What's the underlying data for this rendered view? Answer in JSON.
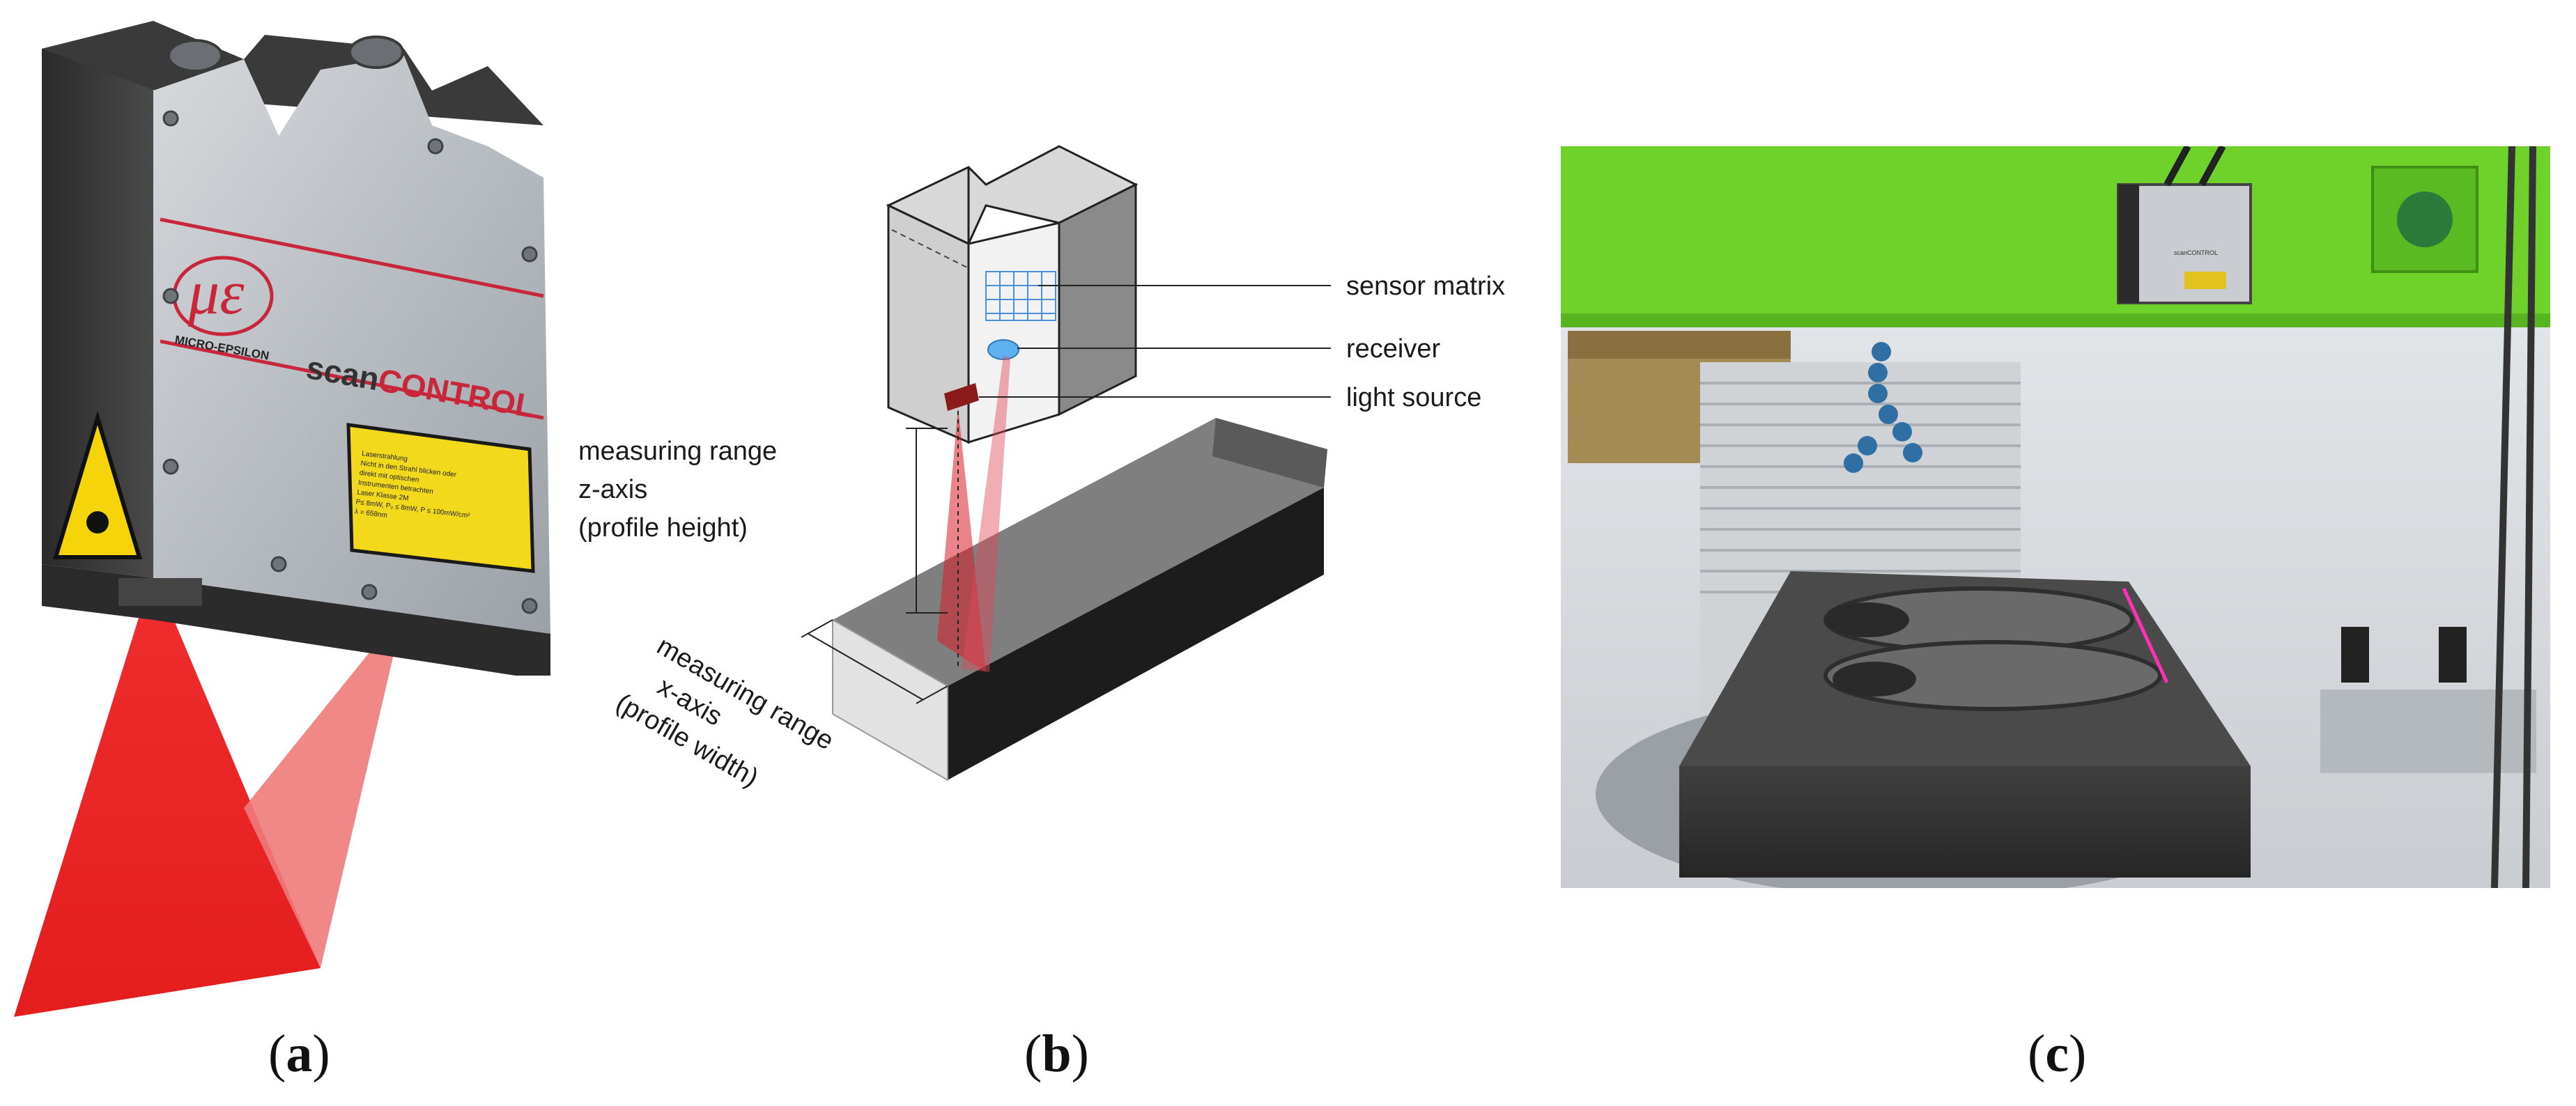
{
  "figure": {
    "panel_a": {
      "caption": {
        "open": "(",
        "letter": "a",
        "close": ")"
      },
      "logo_text": "MICRO-EPSILON",
      "product_name": {
        "part1": "scan",
        "part2": "CONTROL"
      },
      "warning_label_lines": [
        "Laserstrahlung",
        "Nicht in den Strahl blicken oder",
        "direkt mit optischen",
        "Instrumenten betrachten",
        "Laser Klasse 2M",
        "P≤ 8mW, P₀ ≤ 8mW, P ≤ 100mW/cm²",
        "λ = 658nm"
      ],
      "colors": {
        "housing": "#b9bec3",
        "laser": "#e82a2a",
        "stripe": "#c7263b"
      }
    },
    "panel_b": {
      "caption": {
        "open": "(",
        "letter": "b",
        "close": ")"
      },
      "labels": {
        "sensor_matrix": "sensor matrix",
        "receiver": "receiver",
        "light_source": "light source",
        "z_axis": [
          "measuring range",
          "z-axis",
          "(profile height)"
        ],
        "x_axis": [
          "measuring range",
          "x-axis",
          "(profile width)"
        ]
      }
    },
    "panel_c": {
      "caption": {
        "open": "(",
        "letter": "c",
        "close": ")"
      },
      "machine_color": "#6ed22a",
      "sensor_text": "scanCONTROL"
    }
  }
}
